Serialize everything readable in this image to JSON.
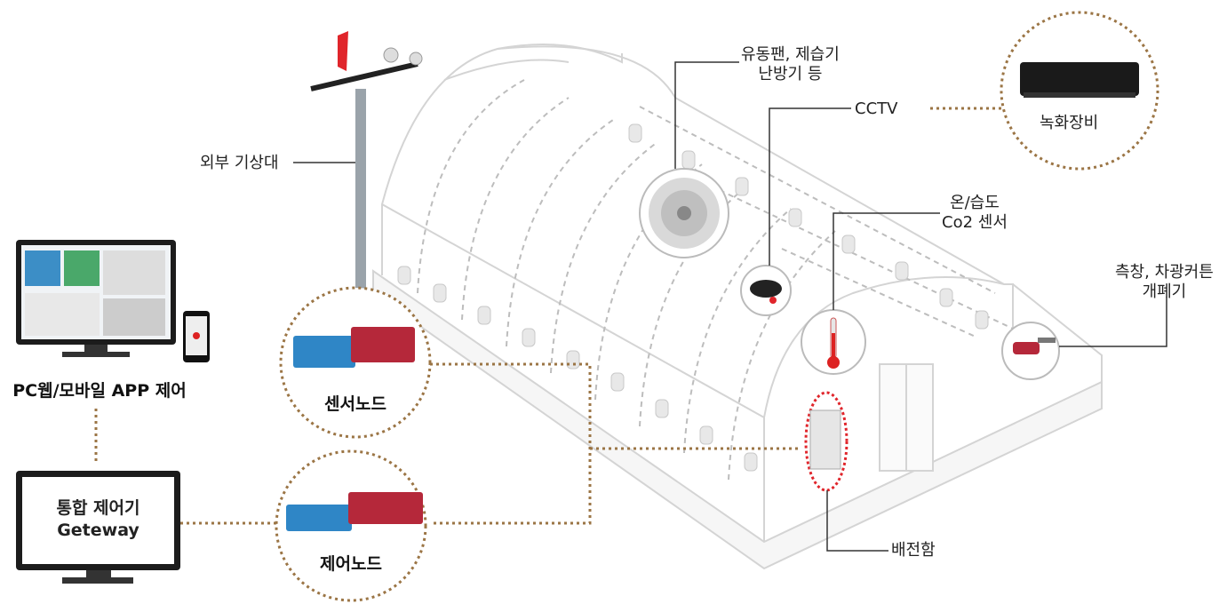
{
  "labels": {
    "weather_station": "외부 기상대",
    "fan": [
      "유동팬, 제습기",
      "난방기 등"
    ],
    "cctv": "CCTV",
    "recorder": "녹화장비",
    "sensor": [
      "온/습도",
      "Co2 센서"
    ],
    "window": [
      "측창, 차광커튼",
      "개폐기"
    ],
    "panel": "배전함",
    "pc_app": "PC웹/모바일 APP 제어",
    "gateway": [
      "통합 제어기",
      "Geteway"
    ],
    "sensor_node": "센서노드",
    "control_node": "제어노드"
  },
  "colors": {
    "dotted_brown": "#9b7545",
    "leader_line": "#333333",
    "node_blue": "#2f86c6",
    "node_red": "#b5283a",
    "panel_ring": "#e0252b"
  }
}
